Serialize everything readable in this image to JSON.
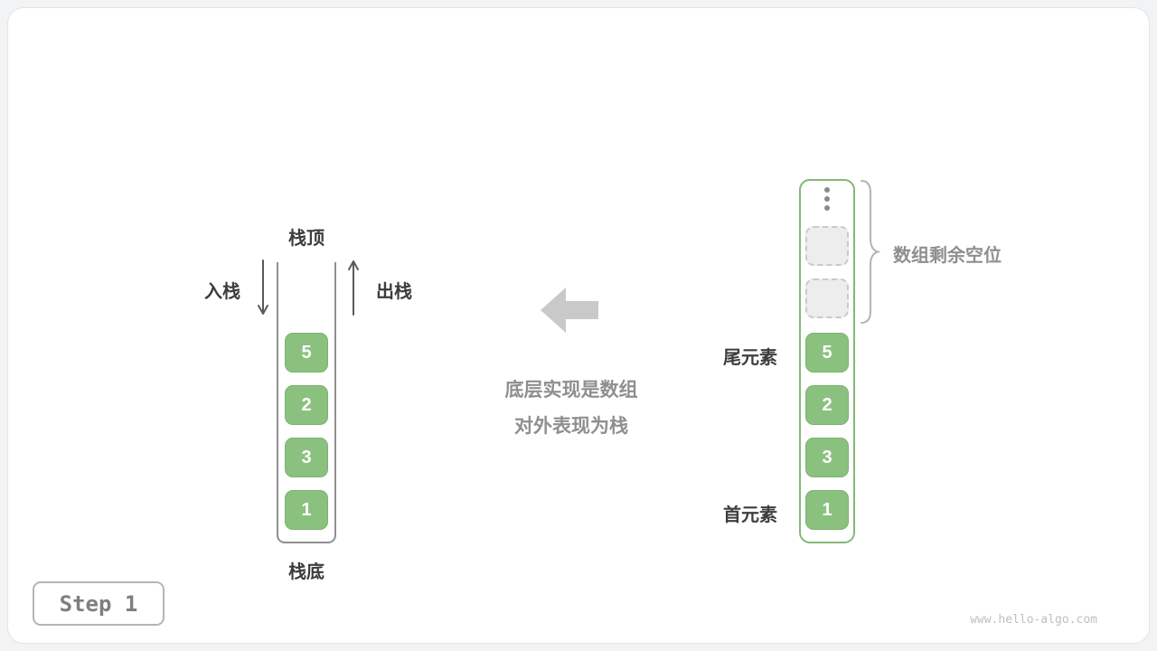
{
  "labels": {
    "stack_top": "栈顶",
    "stack_bottom": "栈底",
    "push": "入栈",
    "pop": "出栈",
    "tail": "尾元素",
    "head": "首元素",
    "free_slots": "数组剩余空位"
  },
  "caption": {
    "line1": "底层实现是数组",
    "line2": "对外表现为栈"
  },
  "stack_cells": [
    "5",
    "2",
    "3",
    "1"
  ],
  "array_cells": [
    "5",
    "2",
    "3",
    "1"
  ],
  "array_empty_count": 2,
  "badge": {
    "label": "Step 1"
  },
  "watermark": "www.hello-algo.com",
  "colors": {
    "page-bg": "#f2f3f4",
    "card-bg": "#ffffff",
    "card-border": "#e3e4e5",
    "cell-green": "#8bc17e",
    "cell-green-border": "#7cb26f",
    "cell-text": "#ffffff",
    "empty-cell-bg": "#ededed",
    "empty-cell-border": "#c9c9c9",
    "dark-text": "#3d3d3d",
    "gray-text": "#8f8f8f",
    "arrow-gray": "#c9c9c9",
    "thin-arrow": "#5a5a5a",
    "stack-border": "#8f8f8f",
    "array-border": "#84b877",
    "brace": "#b3b3b3",
    "dots": "#8a8a8a",
    "badge-border": "#b5b5b5",
    "badge-text": "#7f7f7f",
    "watermark": "#bfbfbf"
  }
}
